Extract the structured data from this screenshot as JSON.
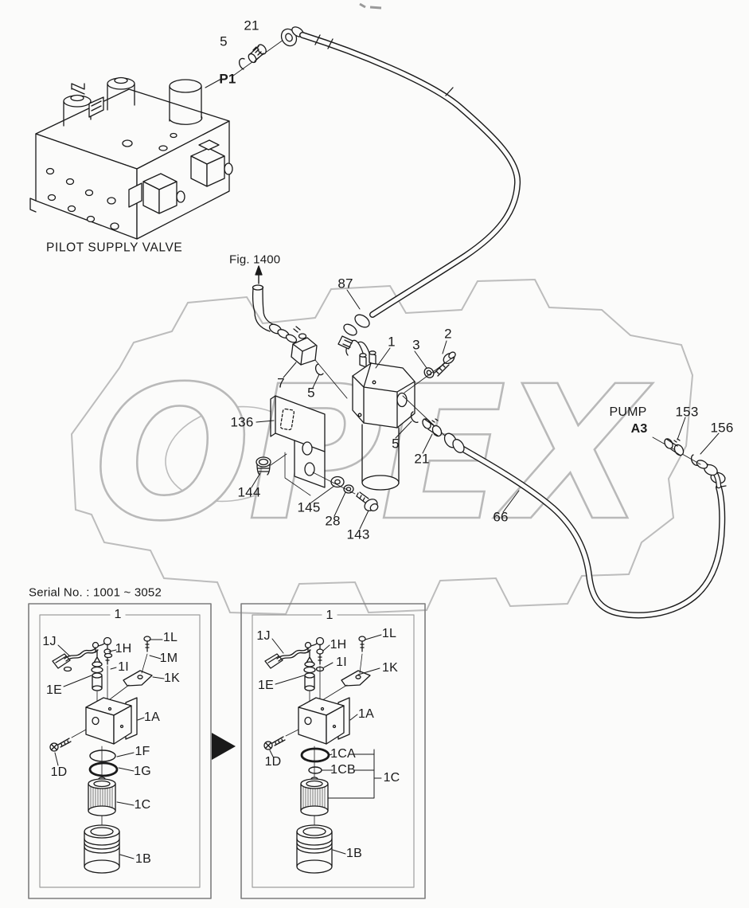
{
  "page": {
    "background": "#fbfbfa",
    "ink_color": "#1a1a1a",
    "watermark_color": "#b9b9b9"
  },
  "watermark": {
    "text": "OPEX"
  },
  "titles": {
    "pilot_supply_valve": "PILOT SUPPLY VALVE",
    "fig_ref": "Fig. 1400",
    "serial_note": "Serial No. : 1001 ~ 3052",
    "pump": "PUMP",
    "pump_port": "A3",
    "p1_port": "P1"
  },
  "callouts": {
    "n1": "1",
    "n2": "2",
    "n3": "3",
    "n5": "5",
    "n7": "7",
    "n21": "21",
    "n28": "28",
    "n66": "66",
    "n87": "87",
    "n136": "136",
    "n143": "143",
    "n144": "144",
    "n145": "145",
    "n153": "153",
    "n156": "156"
  },
  "inset": {
    "assembly": "1",
    "parts": {
      "p1J": "1J",
      "p1L": "1L",
      "p1H": "1H",
      "p1M": "1M",
      "p1I": "1I",
      "p1K": "1K",
      "p1E": "1E",
      "p1A": "1A",
      "p1D": "1D",
      "p1F": "1F",
      "p1G": "1G",
      "p1C": "1C",
      "p1B": "1B",
      "p1CA": "1CA",
      "p1CB": "1CB"
    }
  }
}
